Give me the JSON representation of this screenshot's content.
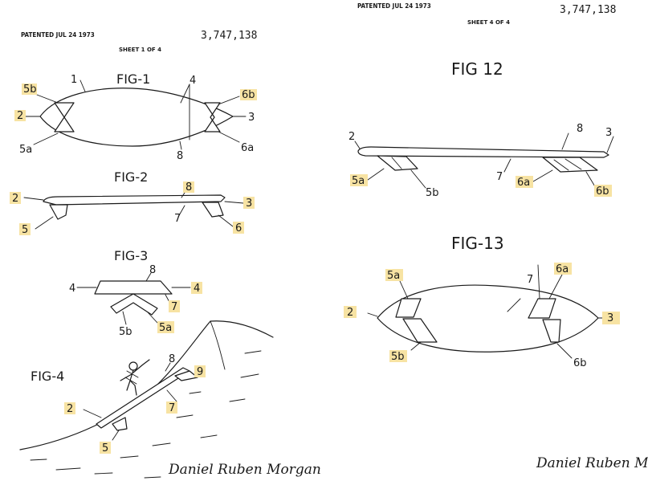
{
  "sheet1": {
    "patented": "PATENTED JUL 24 1973",
    "patent_no": "3,747,138",
    "sheet": "SHEET 1 OF 4",
    "figures": {
      "fig1": "FIG-1",
      "fig2": "FIG-2",
      "fig3": "FIG-3",
      "fig4": "FIG-4"
    },
    "labels": {
      "f1_5b": "5b",
      "f1_1": "1",
      "f1_4": "4",
      "f1_6b": "6b",
      "f1_2": "2",
      "f1_3": "3",
      "f1_5a": "5a",
      "f1_8": "8",
      "f1_6a": "6a",
      "f2_2": "2",
      "f2_8": "8",
      "f2_3": "3",
      "f2_5": "5",
      "f2_7": "7",
      "f2_6": "6",
      "f3_8": "8",
      "f3_4l": "4",
      "f3_4r": "4",
      "f3_7": "7",
      "f3_5b": "5b",
      "f3_5a": "5a",
      "f4_8": "8",
      "f4_9": "9",
      "f4_2": "2",
      "f4_7": "7",
      "f4_5": "5"
    }
  },
  "sheet4": {
    "patented": "PATENTED JUL 24 1973",
    "patent_no": "3,747,138",
    "sheet": "SHEET 4 OF 4",
    "figures": {
      "fig12": "FIG 12",
      "fig13": "FIG-13"
    },
    "labels": {
      "f12_2": "2",
      "f12_8": "8",
      "f12_3": "3",
      "f12_5a": "5a",
      "f12_7": "7",
      "f12_6a": "6a",
      "f12_5b": "5b",
      "f12_6b": "6b",
      "f13_5a": "5a",
      "f13_7": "7",
      "f13_6a": "6a",
      "f13_2": "2",
      "f13_3": "3",
      "f13_5b": "5b",
      "f13_6b": "6b"
    }
  },
  "signature": "Daniel Ruben Morgan",
  "colors": {
    "highlight": "#f7e3a3",
    "ink": "#1a1a1a",
    "paper": "#ffffff"
  }
}
